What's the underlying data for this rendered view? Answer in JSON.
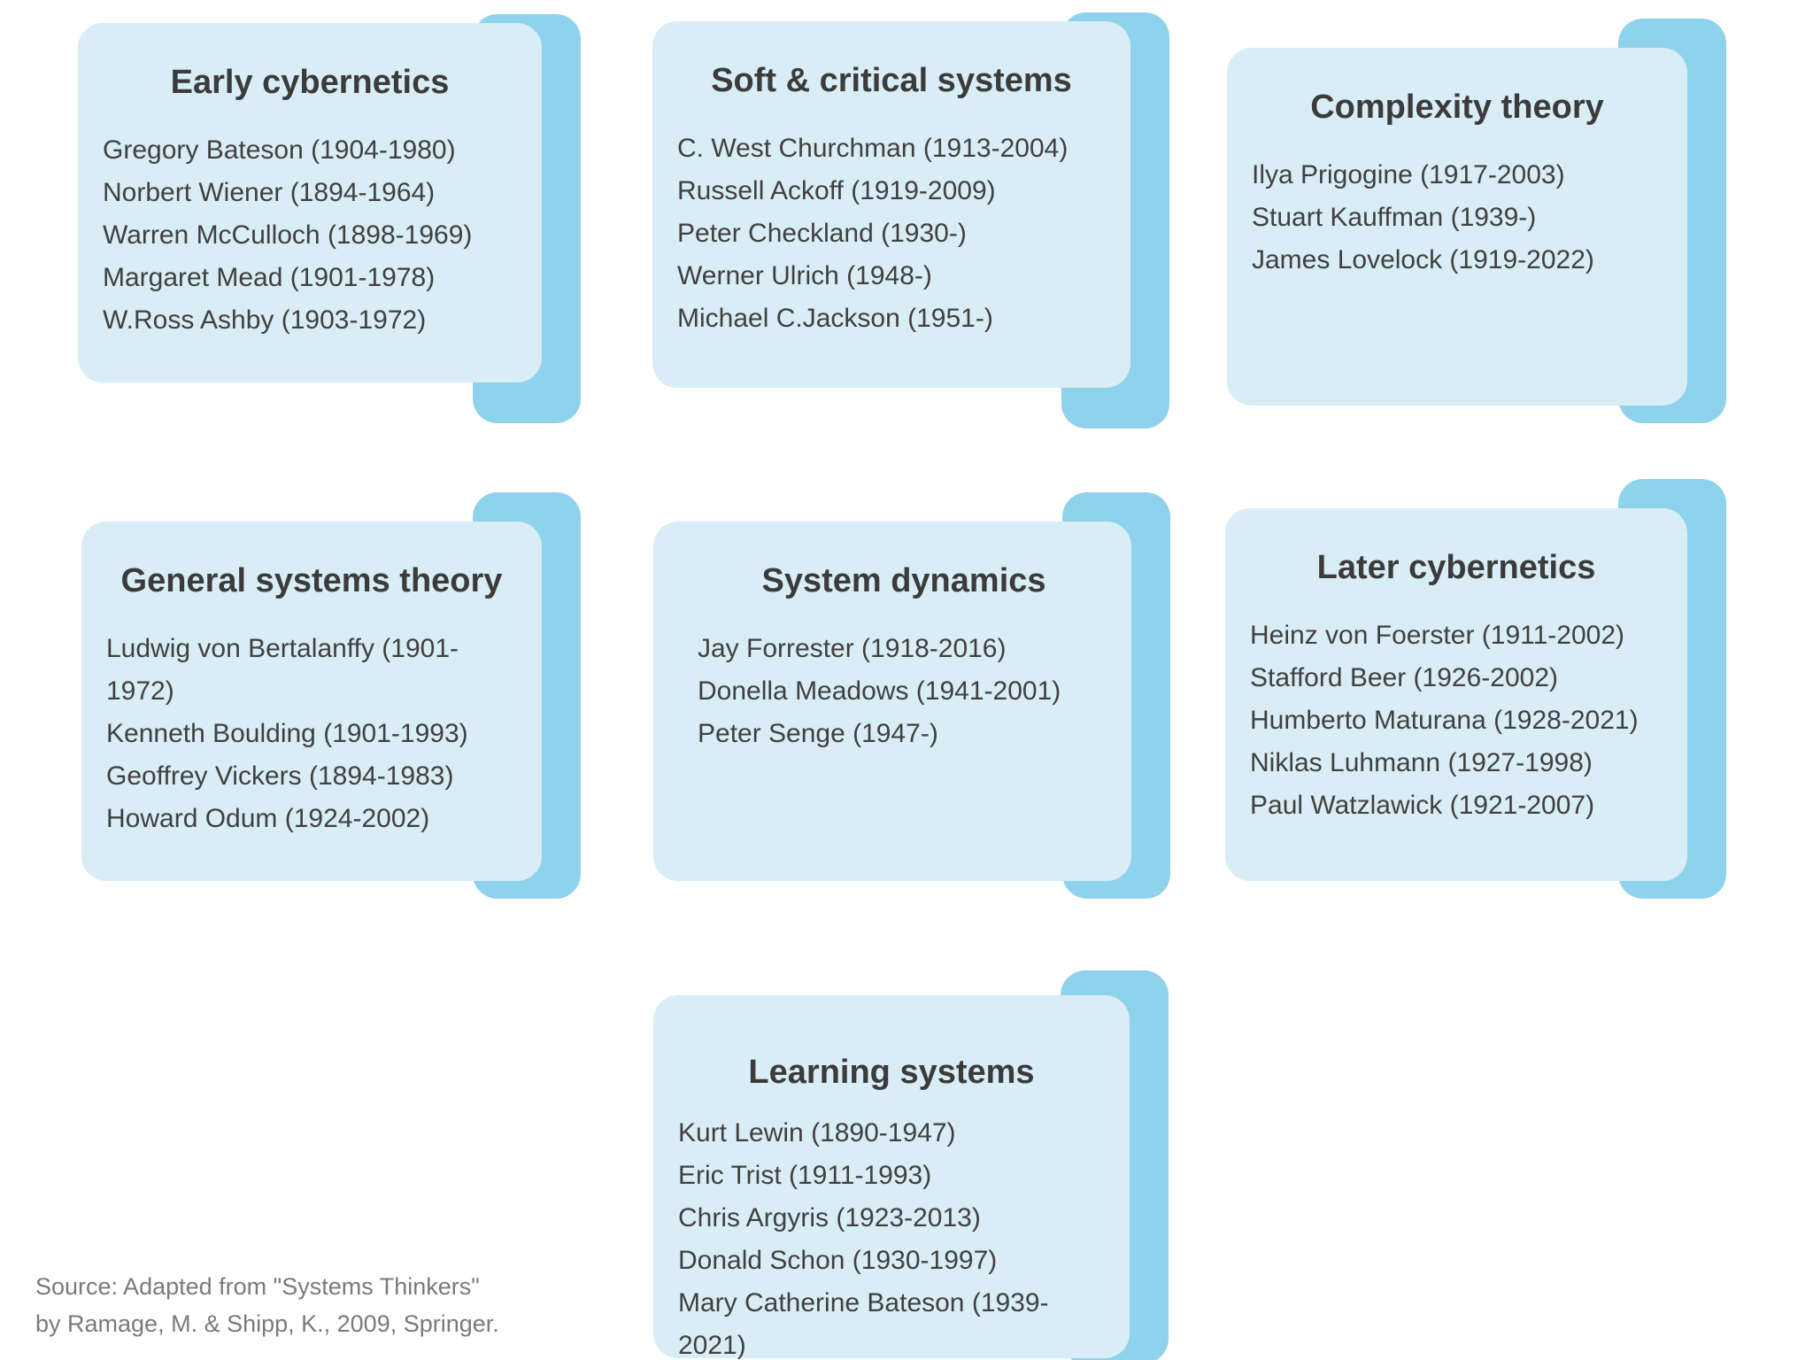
{
  "colors": {
    "card_bg": "#d9edf6",
    "accent": "#8fd2eb",
    "title_text": "#3b3b3b",
    "body_text": "#404040",
    "source_text": "#7a7a7a",
    "page_bg": "#ffffff"
  },
  "cards": [
    {
      "title": "Early cybernetics",
      "people": [
        "Gregory Bateson (1904-1980)",
        "Norbert Wiener (1894-1964)",
        "Warren McCulloch (1898-1969)",
        "Margaret Mead (1901-1978)",
        "W.Ross Ashby (1903-1972)"
      ]
    },
    {
      "title": "Soft & critical systems",
      "people": [
        "C. West Churchman (1913-2004)",
        "Russell Ackoff (1919-2009)",
        "Peter Checkland (1930-)",
        "Werner Ulrich (1948-)",
        "Michael C.Jackson (1951-)"
      ]
    },
    {
      "title": "Complexity theory",
      "people": [
        "Ilya Prigogine (1917-2003)",
        "Stuart Kauffman (1939-)",
        "James Lovelock (1919-2022)"
      ]
    },
    {
      "title": "General systems theory",
      "people": [
        "Ludwig von Bertalanffy (1901-1972)",
        "Kenneth Boulding (1901-1993)",
        "Geoffrey Vickers (1894-1983)",
        "Howard Odum (1924-2002)"
      ]
    },
    {
      "title": "System dynamics",
      "people": [
        "Jay Forrester (1918-2016)",
        "Donella Meadows (1941-2001)",
        "Peter Senge (1947-)"
      ]
    },
    {
      "title": "Later cybernetics",
      "people": [
        "Heinz von Foerster (1911-2002)",
        "Stafford Beer (1926-2002)",
        "Humberto Maturana (1928-2021)",
        "Niklas Luhmann (1927-1998)",
        "Paul Watzlawick (1921-2007)"
      ]
    },
    {
      "title": "Learning systems",
      "people": [
        "Kurt Lewin (1890-1947)",
        "Eric Trist (1911-1993)",
        "Chris Argyris (1923-2013)",
        "Donald Schon (1930-1997)",
        "Mary Catherine Bateson (1939-2021)"
      ]
    }
  ],
  "source": {
    "line1": "Source: Adapted from \"Systems Thinkers\"",
    "line2": "by Ramage, M. & Shipp, K., 2009, Springer."
  }
}
